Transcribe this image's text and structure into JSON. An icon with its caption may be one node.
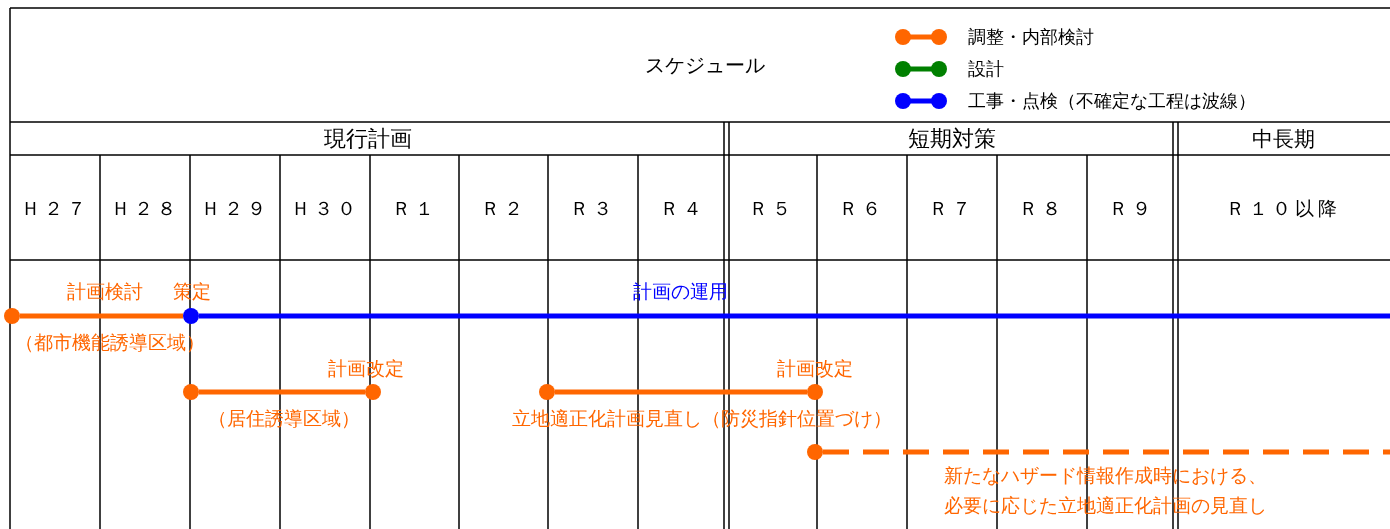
{
  "diagram": {
    "title": "スケジュール",
    "nodes": [
      {
        "text": [],
        "shape": "circle"
      },
      {
        "text": [],
        "shape": "circle"
      },
      {
        "text": [],
        "shape": "circle"
      },
      {
        "text": [],
        "shape": "circle"
      },
      {
        "text": [],
        "shape": "circle"
      },
      {
        "text": [],
        "shape": "circle"
      },
      {
        "text": [],
        "shape": "circle"
      }
    ],
    "edges": [
      {
        "from": 0,
        "to": 1,
        "arrow": "none"
      },
      {
        "from": 1,
        "to": null,
        "arrow": "none",
        "color": "#0000ff"
      },
      {
        "from": 2,
        "to": 3,
        "arrow": "none"
      },
      {
        "from": 4,
        "to": 5,
        "arrow": "none"
      },
      {
        "from": 6,
        "to": null,
        "arrow": "none",
        "style": "dashed"
      }
    ],
    "labels": [
      "現行計画",
      "短期対策",
      "中長期",
      "Ｈ２７",
      "Ｈ２８",
      "Ｈ２９",
      "Ｈ３０",
      "Ｒ１",
      "Ｒ２",
      "Ｒ３",
      "Ｒ４",
      "Ｒ５",
      "Ｒ６",
      "Ｒ７",
      "Ｒ８",
      "Ｒ９",
      "Ｒ１０以降",
      "計画検討",
      "策定",
      "計画の運用",
      "（都市機能誘導区域）",
      "計画改定",
      "計画改定",
      "（居住誘導区域）",
      "立地適正化計画見直し（防災指針位置づけ）",
      "新たなハザード情報作成時における、必要に応じた立地適正化計画の見直し"
    ],
    "legend": [
      {
        "text": "調整・内部検討",
        "color": "#ff6600"
      },
      {
        "text": "設計",
        "color": "#008000"
      },
      {
        "text": "工事・点検（不確定な工程は波線）",
        "color": "#0000ff"
      }
    ]
  }
}
